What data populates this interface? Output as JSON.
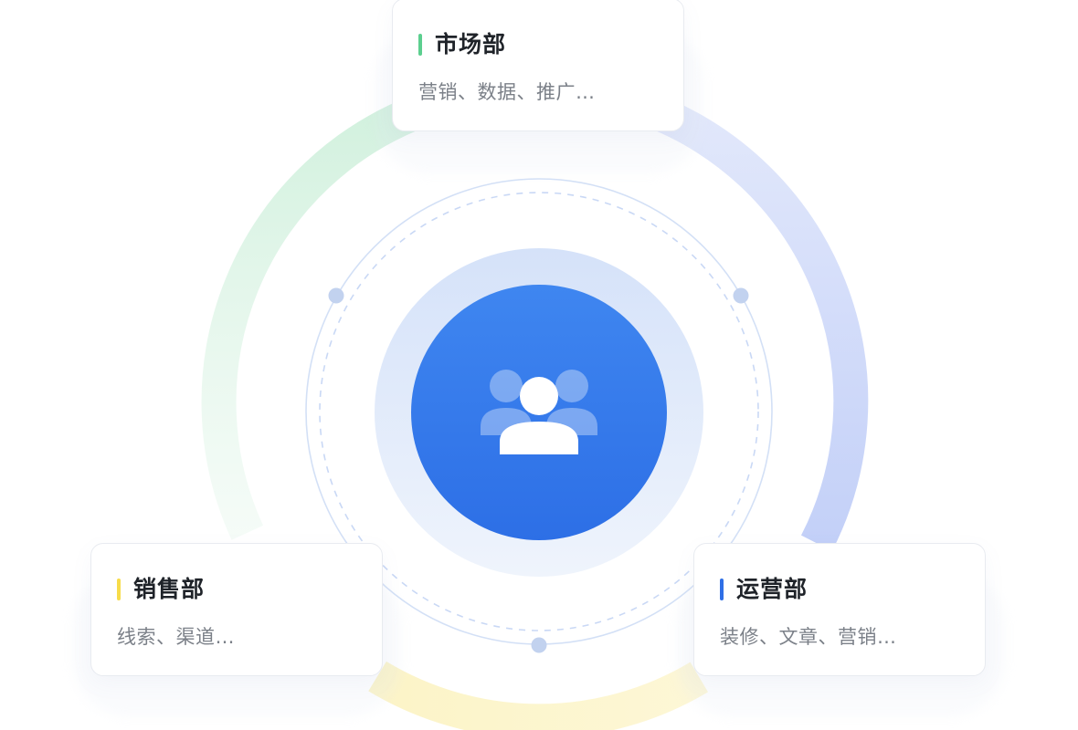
{
  "center": {
    "icon": "user-group-icon",
    "accent": "#3a7cf0"
  },
  "departments": [
    {
      "title": "市场部",
      "desc": "营销、数据、推广…",
      "accent": "#5ccf8f"
    },
    {
      "title": "销售部",
      "desc": "线索、渠道…",
      "accent": "#f7dc4a"
    },
    {
      "title": "运营部",
      "desc": "装修、文章、营销…",
      "accent": "#2f6fe6"
    }
  ],
  "ring_colors": {
    "market": "#bfe9cf",
    "operations": "#c6d3f7",
    "sales": "#fbf1b8"
  }
}
